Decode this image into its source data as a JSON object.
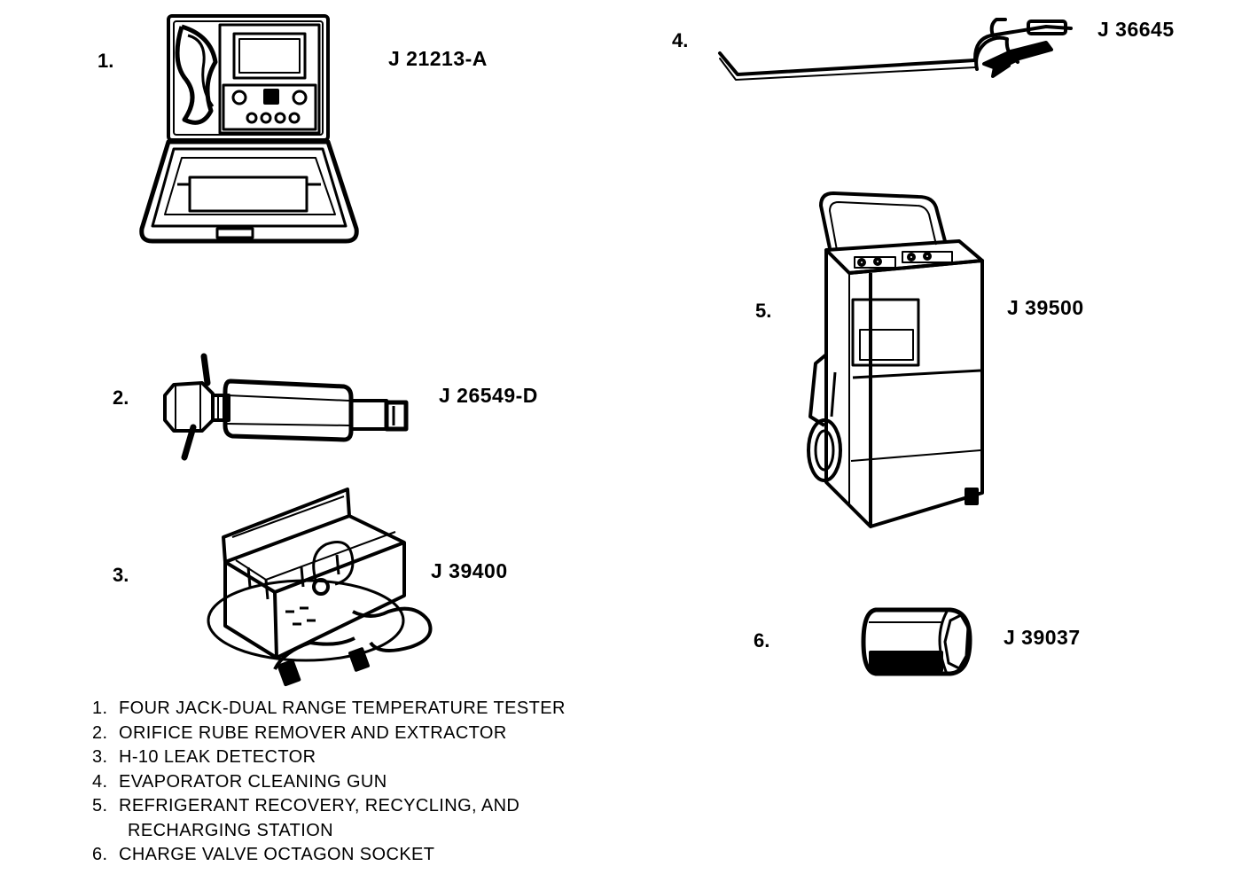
{
  "tools": [
    {
      "number": "1.",
      "part_no": "J 21213-A",
      "icon": "temperature-tester-case"
    },
    {
      "number": "2.",
      "part_no": "J 26549-D",
      "icon": "orifice-tube-remover"
    },
    {
      "number": "3.",
      "part_no": "J  39400",
      "icon": "leak-detector"
    },
    {
      "number": "4.",
      "part_no": "J  36645",
      "icon": "cleaning-gun"
    },
    {
      "number": "5.",
      "part_no": "J  39500",
      "icon": "recovery-station"
    },
    {
      "number": "6.",
      "part_no": "J  39037",
      "icon": "octagon-socket"
    }
  ],
  "legend": [
    {
      "n": "1.",
      "text": "FOUR JACK-DUAL RANGE TEMPERATURE TESTER"
    },
    {
      "n": "2.",
      "text": "ORIFICE RUBE REMOVER AND EXTRACTOR"
    },
    {
      "n": "3.",
      "text": "H-10 LEAK DETECTOR"
    },
    {
      "n": "4.",
      "text": "EVAPORATOR CLEANING GUN"
    },
    {
      "n": "5.",
      "text": "REFRIGERANT RECOVERY, RECYCLING, AND",
      "continuation": "RECHARGING STATION"
    },
    {
      "n": "6.",
      "text": "CHARGE VALVE OCTAGON SOCKET"
    }
  ]
}
